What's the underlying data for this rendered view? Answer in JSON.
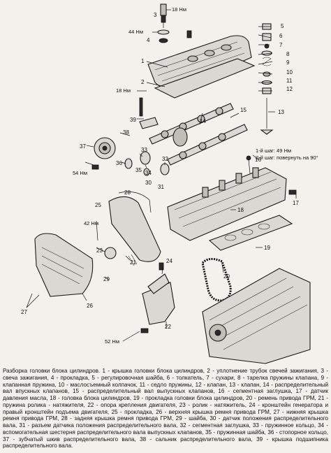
{
  "callouts": [
    "1",
    "2",
    "3",
    "4",
    "5",
    "6",
    "7",
    "8",
    "9",
    "10",
    "11",
    "12",
    "13",
    "14",
    "15",
    "16",
    "17",
    "18",
    "19",
    "20",
    "21",
    "22",
    "23",
    "24",
    "25",
    "26",
    "27",
    "28",
    "29",
    "30",
    "31",
    "32",
    "33",
    "34",
    "35",
    "36",
    "37",
    "38",
    "39"
  ],
  "torques": {
    "t18_top": "18 Нм",
    "t44": "44 Нм",
    "t18_left": "18 Нм",
    "t54": "54 Нм",
    "t42": "42 Нм",
    "t52": "52 Нм"
  },
  "notes": {
    "step1": "1-й шаг: 49 Нм",
    "step2": "2-й шаг: повернуть на 90°"
  },
  "caption": {
    "lead": "Разборка головки блока цилиндров.",
    "body": " 1 - крышка головки блока цилиндров, 2 - уплотнение трубок свечей зажигания, 3 - свеча зажигания, 4 - прокладка, 5 - регулировочная шайба, 6 - толкатель, 7 - сухари, 8 - тарелка пружины клапана, 9 - клапанная пружина, 10 - маслосъемный колпачок, 11 - седло пружины, 12 - клапан, 13 - клапан, 14 - распределительный вал впускных клапанов, 15 - распределительный вал выпускных клапанов, 16 - сегментная заглушка, 17 - датчик давления масла, 18 - головка блока цилиндров, 19 - прокладка головки блока цилиндров, 20 - ремень привода ГРМ, 21 - пружина ролика - натяжителя, 22 - опора крепления двигателя, 23 - ролик - натяжитель, 24 - кронштейн генератора и правый кронштейн подъема двигателя, 25 - прокладка, 26 - верхняя крышка ремня привода ГРМ, 27 - нижняя крышка ремня привода ГРМ, 28 - задняя крышка ремня привода ГРМ, 29 - шайба, 30 - датчик положения распределительного вала, 31 - разъем датчика положения распределительного вала, 32 - сегментная заглушка, 33 - пружинное кольцо, 34 - вспомогательная шестерня распределительного вала выпускных клапанов, 35 - пружинная шайба, 36 - стопорное кольцо, 37 - зубчатый шкив распределительного вала, 38 - сальник распределительного вала, 39 - крышка подшипника распределительного вала."
  }
}
